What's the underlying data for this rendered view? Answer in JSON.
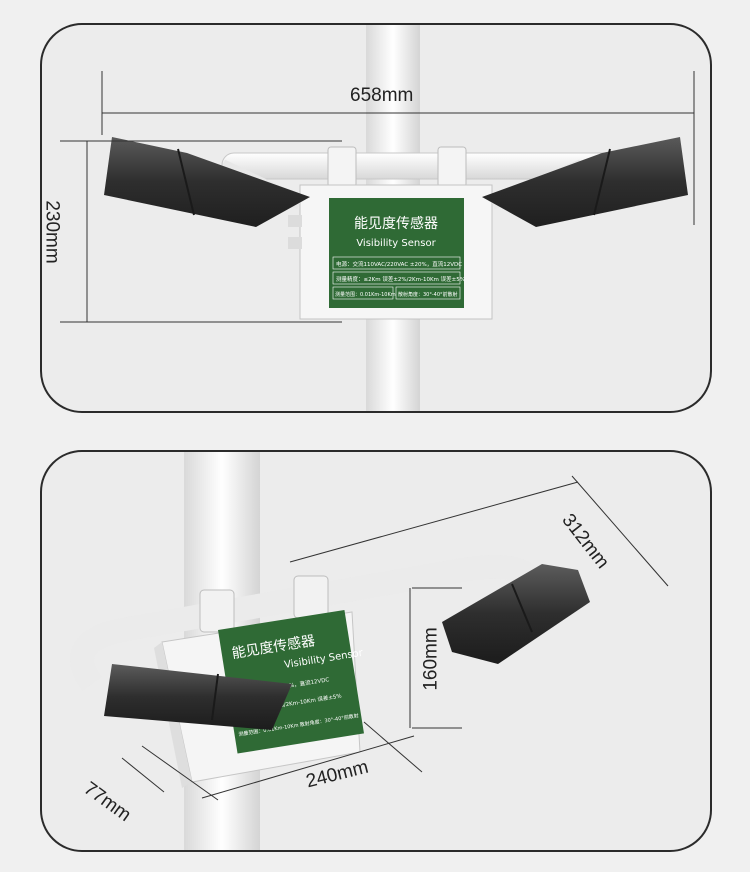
{
  "top_view": {
    "width_label": "658mm",
    "height_label": "230mm",
    "plate": {
      "title_cn": "能见度传感器",
      "title_en": "Visibility Sensor",
      "spec1": "电源：交流110VAC/220VAC ±20%，直流12VDC",
      "spec2": "测量精度：≤2Km 误差±2%/2Km-10Km 误差±5%",
      "spec3a": "测量范围：0.01Km-10Km",
      "spec3b": "散射角度：30°-40°前散射"
    }
  },
  "bottom_view": {
    "arm_label": "312mm",
    "box_height_label": "160mm",
    "box_width_label": "240mm",
    "box_depth_label": "77mm",
    "plate": {
      "title_cn": "能见度传感器",
      "title_en": "Visibility Sensor",
      "spec1": "0%，直流12VDC",
      "spec2": "±2%/2Km-10Km 误差±5%",
      "spec3a": "测量范围：0.01Km-10Km",
      "spec3b": "散射角度：30°-40°前散射"
    }
  },
  "colors": {
    "plate_green": "#2f6a35",
    "sensor_dark": "#3a3a3a",
    "pole_white": "#f7f7f7",
    "panel_border": "#2b2b2b"
  }
}
